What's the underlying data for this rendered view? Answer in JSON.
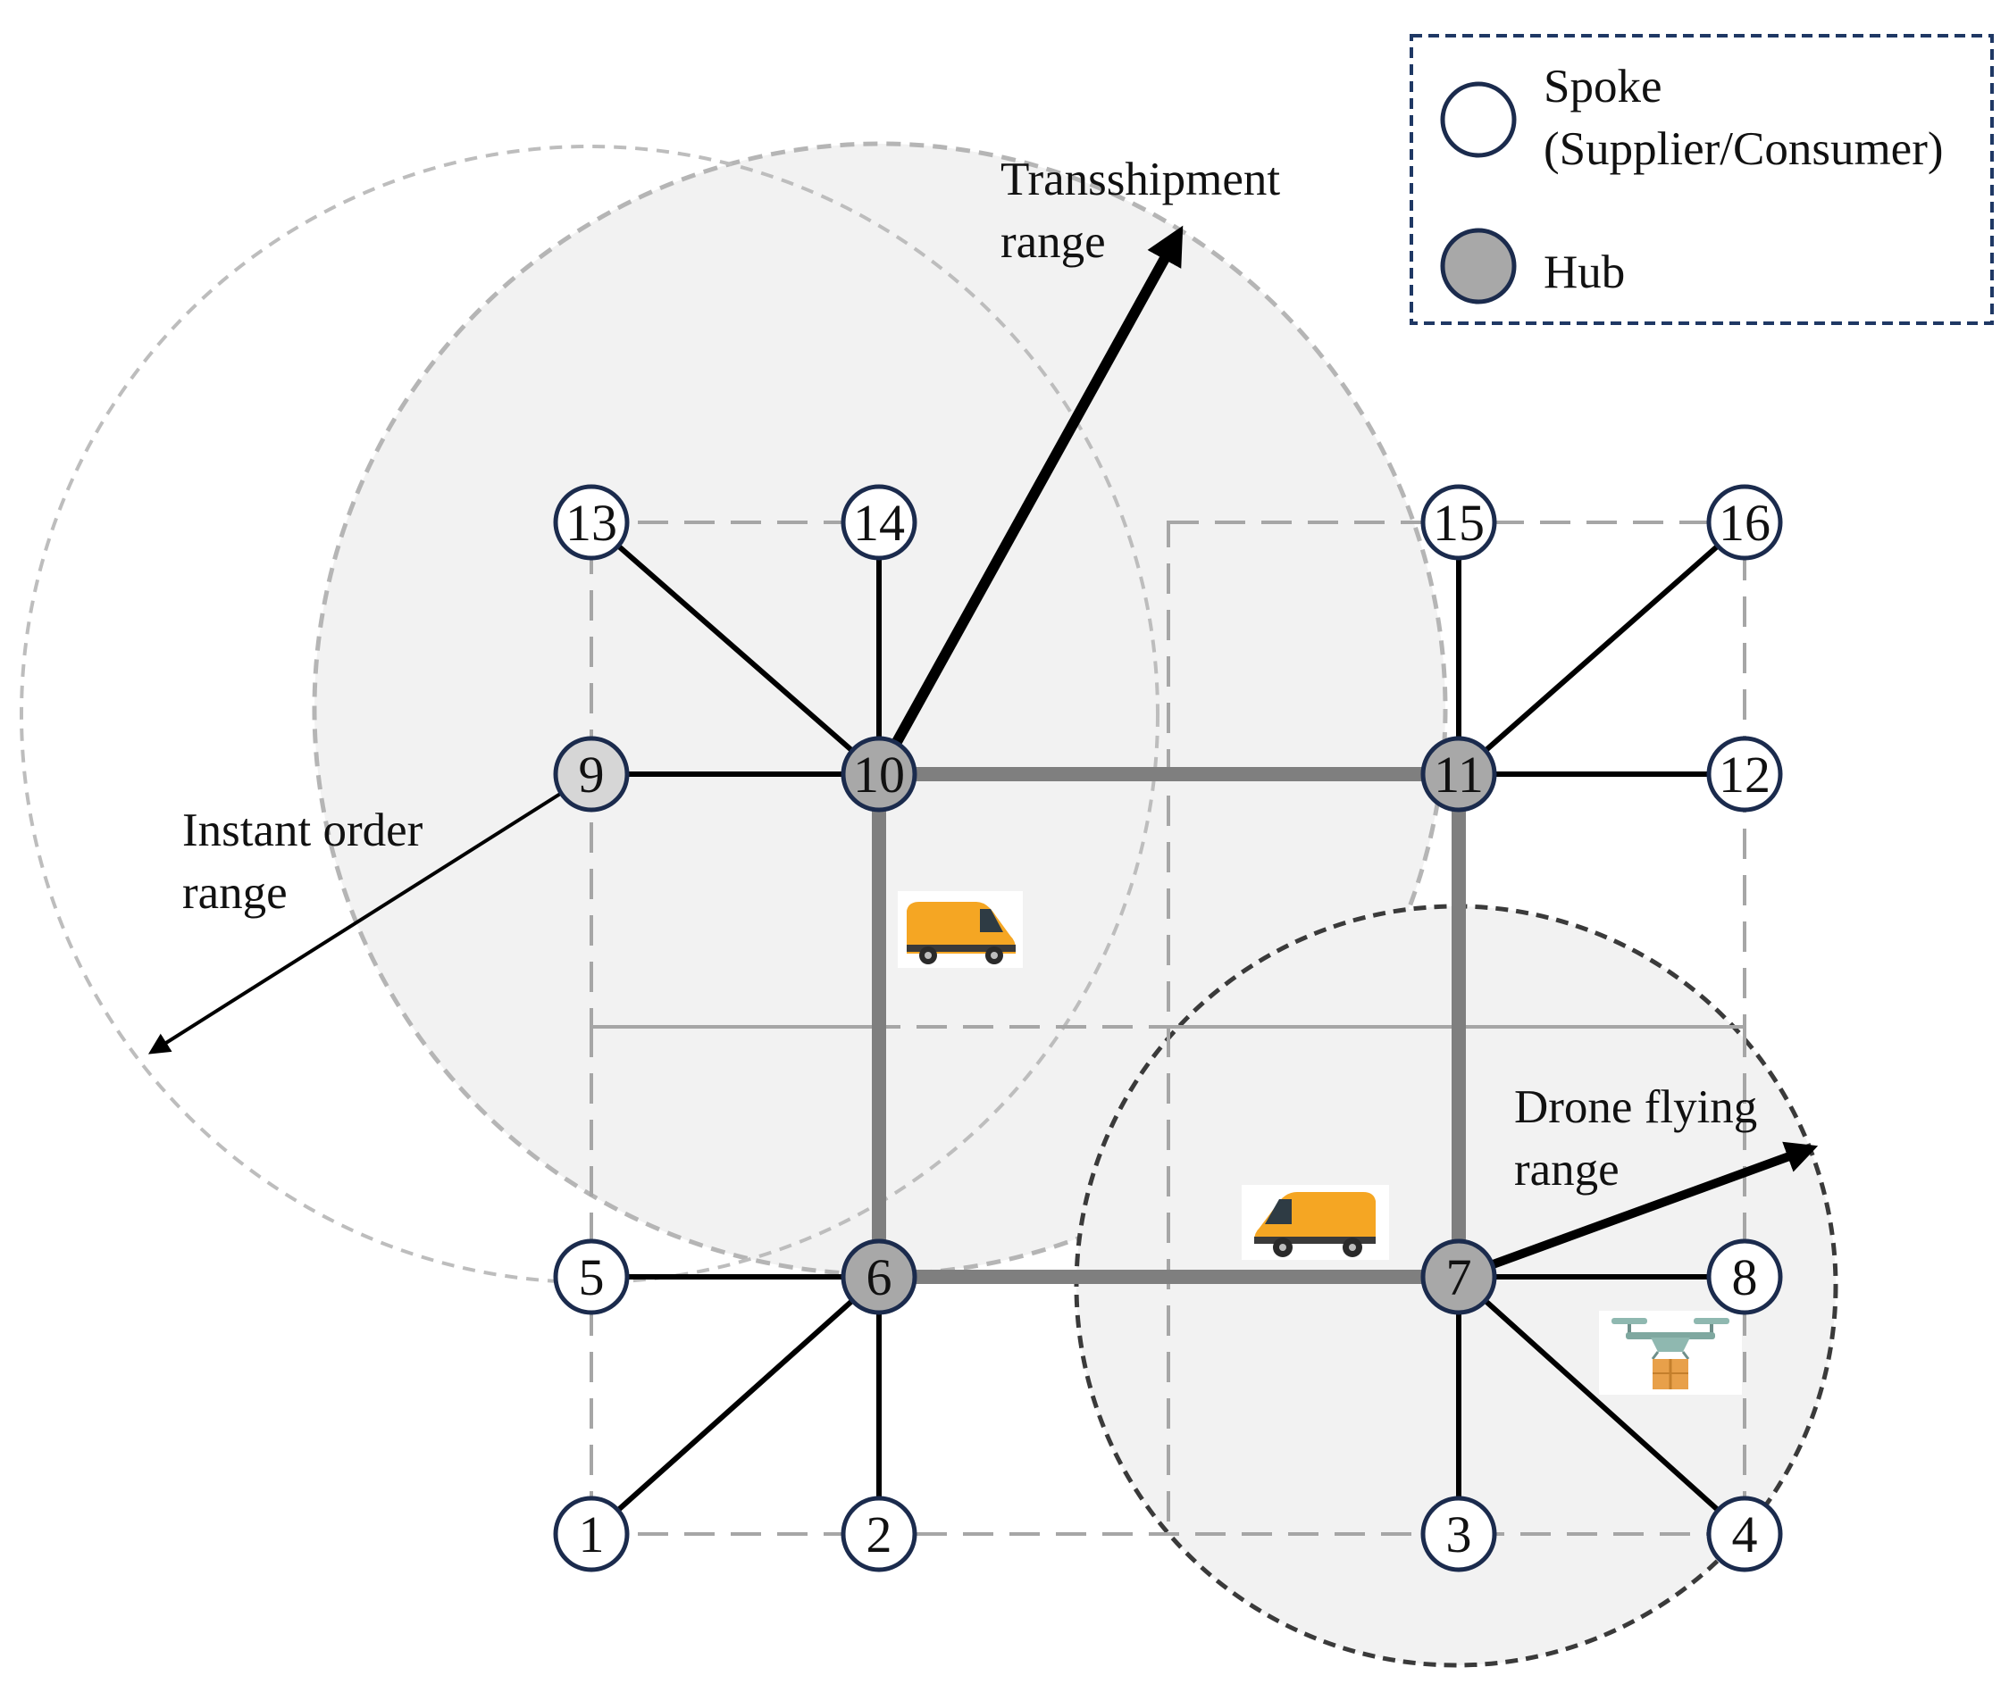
{
  "colors": {
    "spoke_fill": "#ffffff",
    "spoke_stroke": "#1b2b4d",
    "hub_fill": "#a8a8a8",
    "hub_stroke": "#1b2b4d",
    "hub_link": "#7f7f7f",
    "spoke_link": "#000000",
    "grid": "#a6a6a6",
    "zone_fill": "#f2f2f2",
    "legend_border": "#1f3864",
    "van_body": "#f5a623",
    "drone_body": "#8fb8b0",
    "parcel": "#e8a04a"
  },
  "legend": {
    "spoke_label_line1": "Spoke",
    "spoke_label_line2": "(Supplier/Consumer)",
    "hub_label": "Hub"
  },
  "annotations": {
    "transshipment_line1": "Transshipment",
    "transshipment_line2": "range",
    "instant_line1": "Instant order",
    "instant_line2": "range",
    "drone_line1": "Drone flying",
    "drone_line2": "range"
  },
  "nodes": [
    {
      "id": "1",
      "type": "spoke"
    },
    {
      "id": "2",
      "type": "spoke"
    },
    {
      "id": "3",
      "type": "spoke"
    },
    {
      "id": "4",
      "type": "spoke"
    },
    {
      "id": "5",
      "type": "spoke"
    },
    {
      "id": "6",
      "type": "hub"
    },
    {
      "id": "7",
      "type": "hub"
    },
    {
      "id": "8",
      "type": "spoke"
    },
    {
      "id": "9",
      "type": "hub-light"
    },
    {
      "id": "10",
      "type": "hub"
    },
    {
      "id": "11",
      "type": "hub"
    },
    {
      "id": "12",
      "type": "spoke"
    },
    {
      "id": "13",
      "type": "spoke"
    },
    {
      "id": "14",
      "type": "spoke"
    },
    {
      "id": "15",
      "type": "spoke"
    },
    {
      "id": "16",
      "type": "spoke"
    }
  ],
  "hub_links": [
    [
      "10",
      "11"
    ],
    [
      "11",
      "7"
    ],
    [
      "7",
      "6"
    ],
    [
      "6",
      "10"
    ]
  ],
  "spoke_links": [
    [
      "10",
      "13"
    ],
    [
      "10",
      "14"
    ],
    [
      "10",
      "9"
    ],
    [
      "11",
      "15"
    ],
    [
      "11",
      "16"
    ],
    [
      "11",
      "12"
    ],
    [
      "6",
      "5"
    ],
    [
      "6",
      "1"
    ],
    [
      "6",
      "2"
    ],
    [
      "7",
      "8"
    ],
    [
      "7",
      "3"
    ],
    [
      "7",
      "4"
    ]
  ],
  "icons": {
    "van": "delivery-van-icon",
    "drone": "delivery-drone-icon"
  }
}
